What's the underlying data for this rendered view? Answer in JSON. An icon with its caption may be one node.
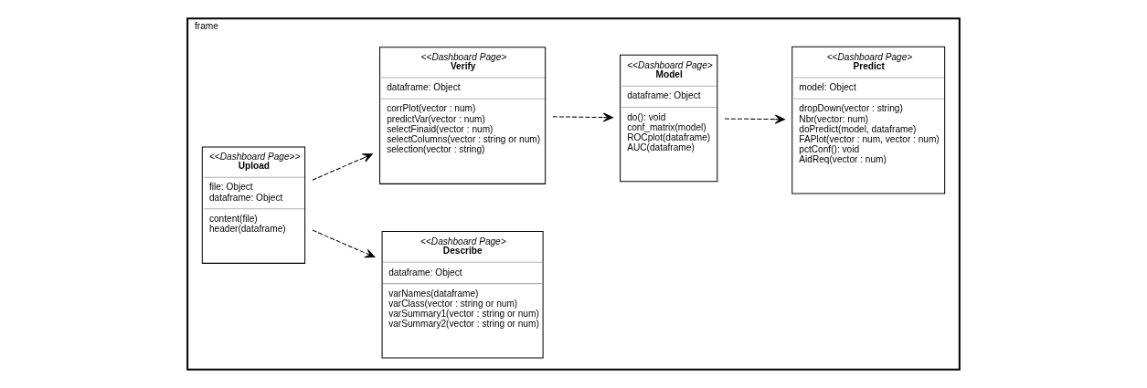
{
  "diagram": {
    "nodes": [
      {
        "text": [
          "frame"
        ]
      },
      {
        "text": [
          "<<Dashboard Page>",
          "Describe",
          "dataframe: Object",
          "varNames(dataframe)",
          "varClass(vector : string or num)",
          "varSummary1(vector : string or num)",
          "varSummary2(vector : string or num)"
        ],
        "in": 0
      },
      {
        "text": [
          "<<Dashboard Page>>",
          "Upload",
          "file: Object",
          "dataframe: Object",
          "content(file)",
          "header(dataframe)"
        ],
        "in": 0
      },
      {
        "text": [
          "<<Dashboard Page>",
          "Verify",
          "dataframe: Object",
          "corrPlot(vector : num)",
          "predictVar(vector : num)",
          "selectFinaid(vector : num)",
          "selectColumns(vector : string or num)",
          "selection(vector : string)"
        ],
        "in": 0
      },
      {
        "text": [
          "<<Dashboard Page>",
          "Model",
          "dataframe: Object",
          "do(): void",
          "conf_matrix(model)",
          "ROCplot(dataframe)",
          "AUC(dataframe)"
        ],
        "in": 0
      },
      {
        "text": [
          "<<Dashboard Page>",
          "Predict",
          "model: Object",
          "dropDown(vector : string)",
          "Nbr(vector: num)",
          "doPredict(model, dataframe)",
          "FAPlot(vector : num, vector : num)",
          "pctConf(): void",
          "AidReq(vector : num)"
        ],
        "in": 0
      }
    ],
    "edges": [
      {
        "from": 2,
        "to": 1,
        "arrow": "to",
        "style": "dashed"
      },
      {
        "from": 2,
        "to": 3,
        "arrow": "to",
        "style": "dashed"
      },
      {
        "from": 3,
        "to": 4,
        "arrow": "to",
        "style": "dashed"
      },
      {
        "from": 4,
        "to": 5,
        "arrow": "to",
        "style": "dashed"
      }
    ]
  }
}
